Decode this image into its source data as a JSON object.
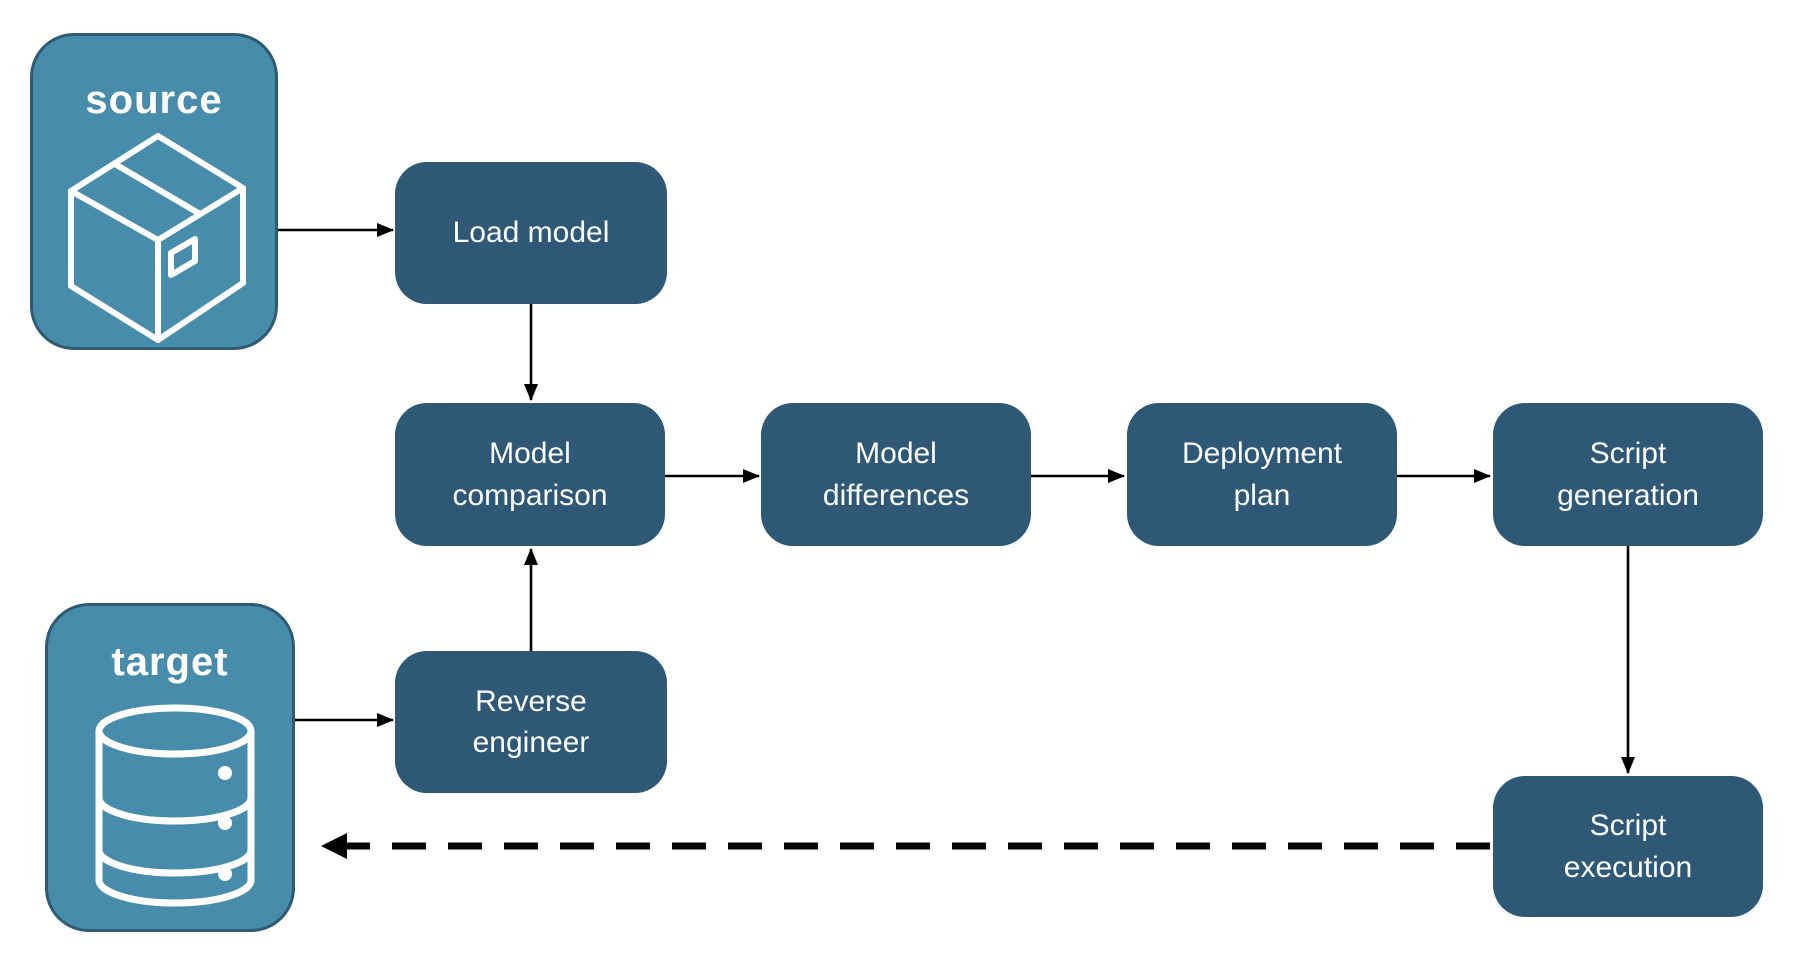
{
  "diagram": {
    "endpoints": {
      "source": {
        "label": "source",
        "icon": "package-box-icon"
      },
      "target": {
        "label": "target",
        "icon": "database-icon"
      }
    },
    "nodes": {
      "load_model": {
        "label": "Load model"
      },
      "model_comparison": {
        "label": "Model\ncomparison"
      },
      "model_differences": {
        "label": "Model\ndifferences"
      },
      "deployment_plan": {
        "label": "Deployment\nplan"
      },
      "script_generation": {
        "label": "Script\ngeneration"
      },
      "reverse_engineer": {
        "label": "Reverse\nengineer"
      },
      "script_execution": {
        "label": "Script\nexecution"
      }
    },
    "connections": [
      {
        "from": "source",
        "to": "load_model",
        "style": "solid"
      },
      {
        "from": "load_model",
        "to": "model_comparison",
        "style": "solid"
      },
      {
        "from": "target",
        "to": "reverse_engineer",
        "style": "solid"
      },
      {
        "from": "reverse_engineer",
        "to": "model_comparison",
        "style": "solid"
      },
      {
        "from": "model_comparison",
        "to": "model_differences",
        "style": "solid"
      },
      {
        "from": "model_differences",
        "to": "deployment_plan",
        "style": "solid"
      },
      {
        "from": "deployment_plan",
        "to": "script_generation",
        "style": "solid"
      },
      {
        "from": "script_generation",
        "to": "script_execution",
        "style": "solid"
      },
      {
        "from": "script_execution",
        "to": "target",
        "style": "dashed"
      }
    ],
    "colors": {
      "background": "#FFFFFF",
      "endpoint_fill": "#488CAC",
      "endpoint_border": "#2E5B72",
      "node_fill": "#2E5876",
      "label_text": "#FFFFFF",
      "arrow": "#000000"
    }
  }
}
